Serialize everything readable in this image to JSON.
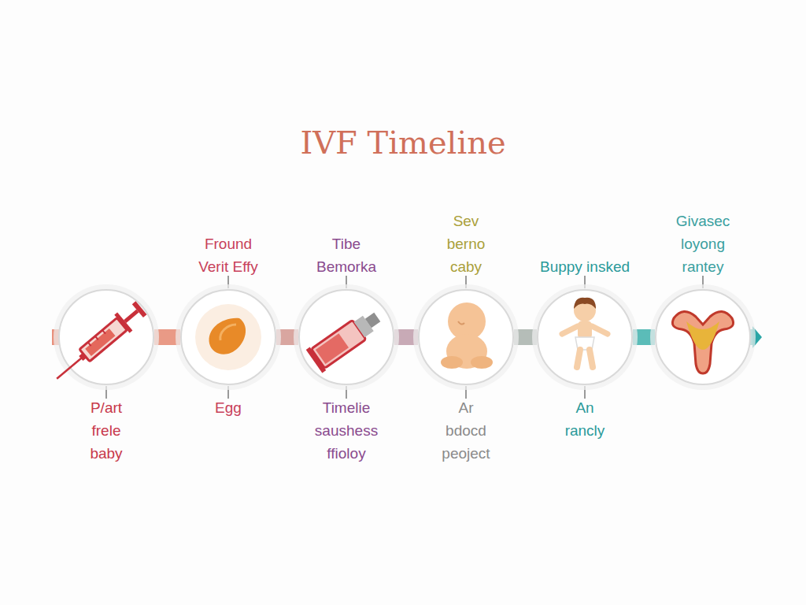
{
  "diagram": {
    "title": "IVF Timeline",
    "nodes": [
      {
        "text": [
          "P/art frele baby"
        ]
      },
      {
        "text": [
          "Fround Verit Effy",
          "Egg"
        ]
      },
      {
        "text": [
          "Tibe Bemorka",
          "Timelie saushess ffioloy"
        ]
      },
      {
        "text": [
          "Sev berno caby",
          "Ar bdocd peoject"
        ]
      },
      {
        "text": [
          "Buppy insked",
          "An rancly"
        ]
      },
      {
        "text": [
          "Givasec loyong rantey"
        ]
      }
    ],
    "edges": [
      {
        "from": 0,
        "to": 1,
        "arrow": "none"
      },
      {
        "from": 1,
        "to": 2,
        "arrow": "none"
      },
      {
        "from": 2,
        "to": 3,
        "arrow": "none"
      },
      {
        "from": 3,
        "to": 4,
        "arrow": "none"
      },
      {
        "from": 4,
        "to": 5,
        "arrow": "none"
      }
    ]
  }
}
